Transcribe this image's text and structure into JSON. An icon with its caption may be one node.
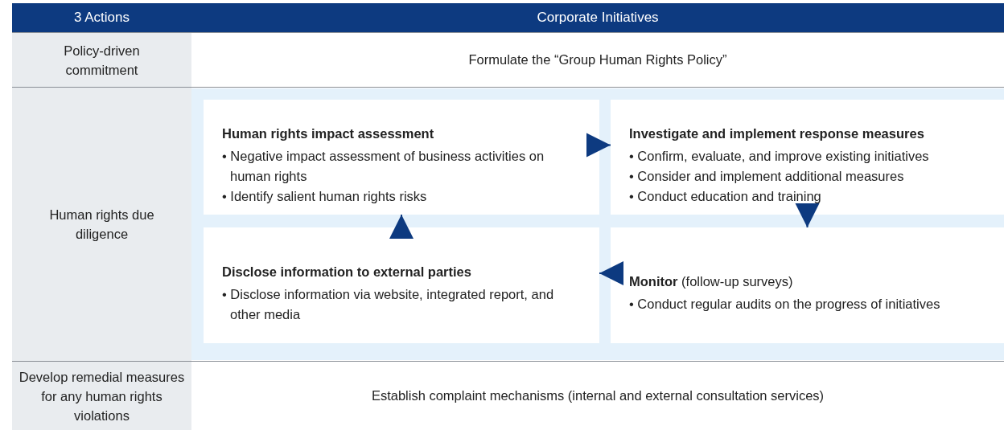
{
  "diagram": {
    "nodes": [
      {
        "text": [
          "3 Actions"
        ]
      },
      {
        "text": [
          "Corporate Initiatives"
        ]
      },
      {
        "text": [
          "Policy-driven commitment"
        ]
      },
      {
        "text": [
          "Formulate the “Group Human Rights Policy”"
        ]
      },
      {
        "text": [
          "Human rights due diligence"
        ]
      },
      {
        "text": [],
        "shape": "box"
      },
      {
        "text": [
          "Human rights impact assessment",
          "• Negative impact assessment of business activities on human rights",
          "• Identify salient human rights risks"
        ],
        "in": 5
      },
      {
        "text": [
          "Investigate and implement response measures",
          "• Confirm, evaluate, and improve existing initiatives",
          "• Consider and implement additional measures",
          "• Conduct education and training"
        ],
        "in": 5
      },
      {
        "text": [
          "**Monitor** (follow-up surveys)",
          "• Conduct regular audits on the progress of initiatives"
        ],
        "in": 5
      },
      {
        "text": [
          "Disclose information to external parties",
          "• Disclose information via website, integrated report, and other media"
        ],
        "in": 5
      },
      {
        "text": [
          "Develop remedial measures for any human rights violations"
        ]
      },
      {
        "text": [
          "Establish complaint mechanisms (internal and external consultation services)"
        ]
      }
    ],
    "edges": [
      {
        "from": 6,
        "to": 7,
        "arrow": "to"
      },
      {
        "from": 7,
        "to": 8,
        "arrow": "to"
      },
      {
        "from": 8,
        "to": 9,
        "arrow": "to"
      },
      {
        "from": 9,
        "to": 6,
        "arrow": "to"
      }
    ]
  }
}
